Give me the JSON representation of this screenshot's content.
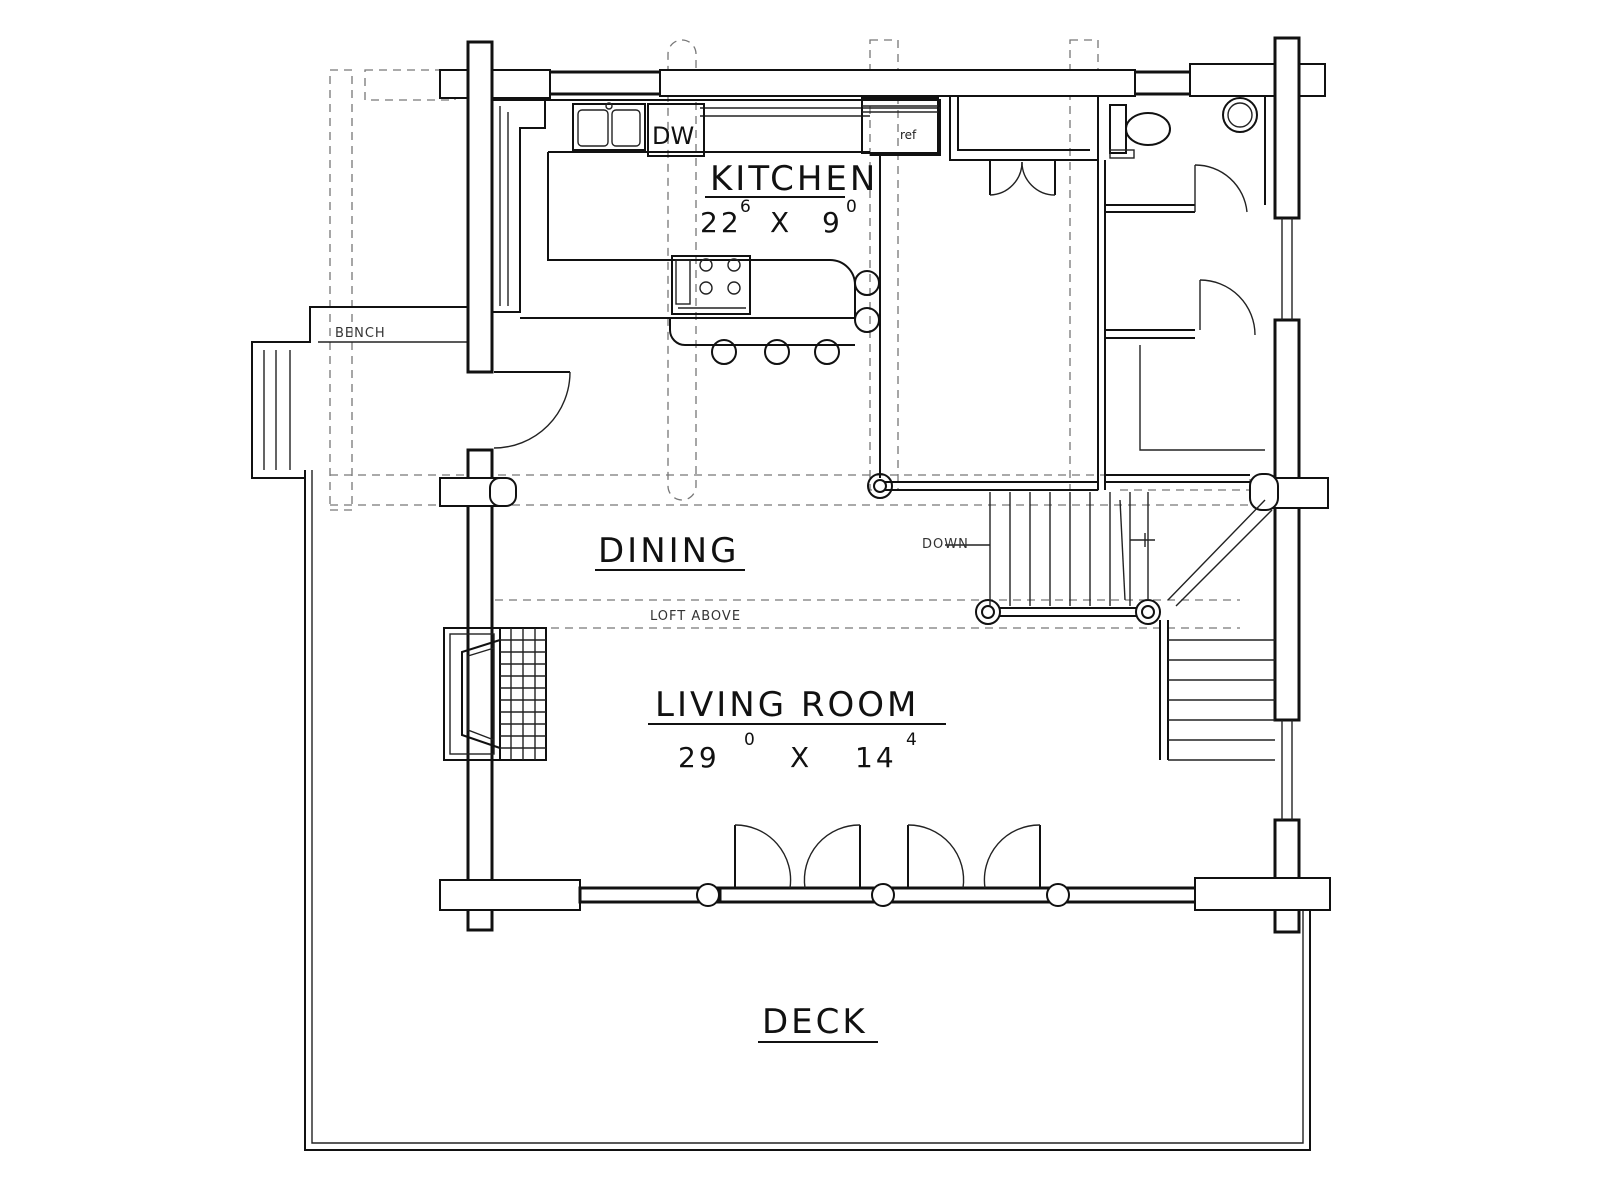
{
  "rooms": {
    "kitchen": {
      "name": "KITCHEN",
      "w_ft": "22",
      "w_in": "6",
      "sep": "X",
      "l_ft": "9",
      "l_in": "0"
    },
    "dining": {
      "name": "DINING"
    },
    "living": {
      "name": "LIVING ROOM",
      "w_ft": "29",
      "w_in": "0",
      "sep": "X",
      "l_ft": "14",
      "l_in": "4"
    },
    "deck": {
      "name": "DECK"
    }
  },
  "notes": {
    "bench": "BENCH",
    "down": "DOWN",
    "loft_above": "LOFT ABOVE",
    "dishwasher": "DW",
    "fridge": "ref"
  }
}
